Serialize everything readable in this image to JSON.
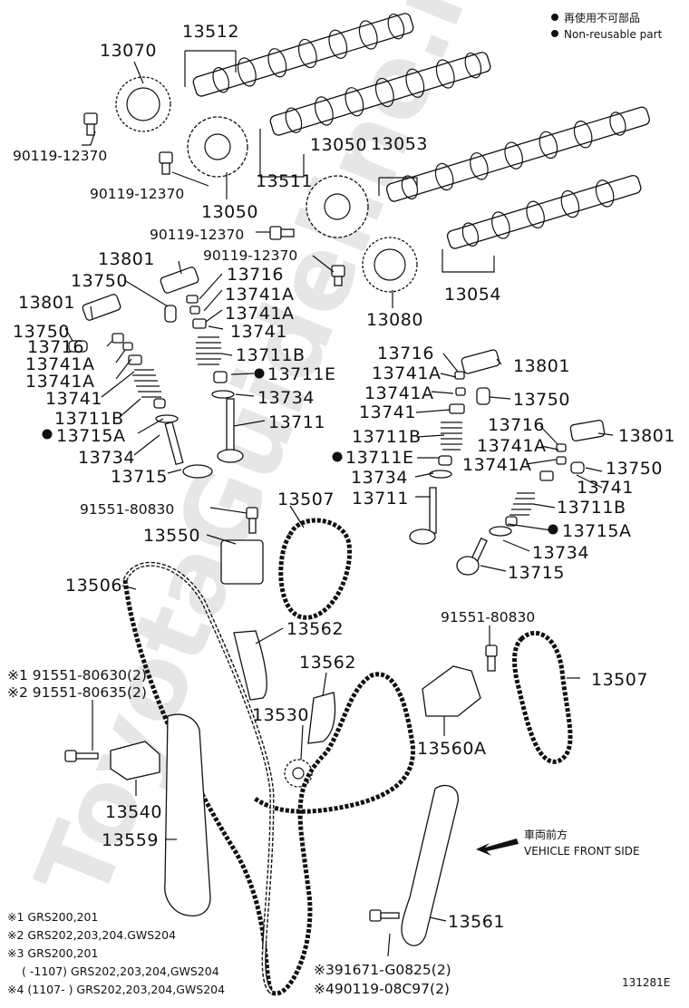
{
  "legend": {
    "jp": "再使用不可部品",
    "en": "Non-reusable part"
  },
  "watermark": "ToyotaGuideline.ru",
  "direction": {
    "jp": "車両前方",
    "en": "VEHICLE FRONT SIDE"
  },
  "figure_id": "131281E",
  "labels": {
    "p13070": "13070",
    "p13512": "13512",
    "bolt_a": "90119-12370",
    "bolt_b": "90119-12370",
    "bolt_c": "90119-12370",
    "bolt_d": "90119-12370",
    "p13050a": "13050",
    "p13050b": "13050",
    "p13053": "13053",
    "p13511": "13511",
    "p13054": "13054",
    "p13080": "13080",
    "l13801a": "13801",
    "l13750a": "13750",
    "l13716a": "13716",
    "l13741Aa": "13741A",
    "l13741Ab": "13741A",
    "l13741a": "13741",
    "l13711Ba": "13711B",
    "l13711Ea": "13711E",
    "l13734a": "13734",
    "l13711a": "13711",
    "l13801b": "13801",
    "l13750b": "13750",
    "l13716b": "13716",
    "l13741Ac": "13741A",
    "l13741Ad": "13741A",
    "l13741b": "13741",
    "l13711Bb": "13711B",
    "l13715Aa": "13715A",
    "l13734b": "13734",
    "l13715a": "13715",
    "l13716c": "13716",
    "l13801c": "13801",
    "l13741Ae": "13741A",
    "l13741Af": "13741A",
    "l13750c": "13750",
    "l13741c": "13741",
    "l13711Bc": "13711B",
    "l13711Eb": "13711E",
    "l13734c": "13734",
    "l13711b": "13711",
    "l13716d": "13716",
    "l13801d": "13801",
    "l13741Ag": "13741A",
    "l13741Ah": "13741A",
    "l13750d": "13750",
    "l13741d": "13741",
    "l13711Bd": "13711B",
    "l13715Ab": "13715A",
    "l13734d": "13734",
    "l13715b": "13715",
    "b91551a": "91551-80830",
    "p13507a": "13507",
    "p13550": "13550",
    "p13506": "13506",
    "p13562a": "13562",
    "p13562b": "13562",
    "b91551b": "91551-80830",
    "p13507b": "13507",
    "p13530": "13530",
    "p13560A": "13560A",
    "p13540": "13540",
    "p13559": "13559",
    "p13561": "13561",
    "opt1": "※1 91551-80630(2)",
    "opt2": "※2 91551-80635(2)",
    "opt3": "※391671-G0825(2)",
    "opt4": "※490119-08C97(2)"
  },
  "footnotes": {
    "n1": "※1 GRS200,201",
    "n2": "※2 GRS202,203,204.GWS204",
    "n3": "※3 GRS200,201",
    "n3b": "(    -1107) GRS202,203,204,GWS204",
    "n4": "※4 (1107-    ) GRS202,203,204,GWS204"
  }
}
